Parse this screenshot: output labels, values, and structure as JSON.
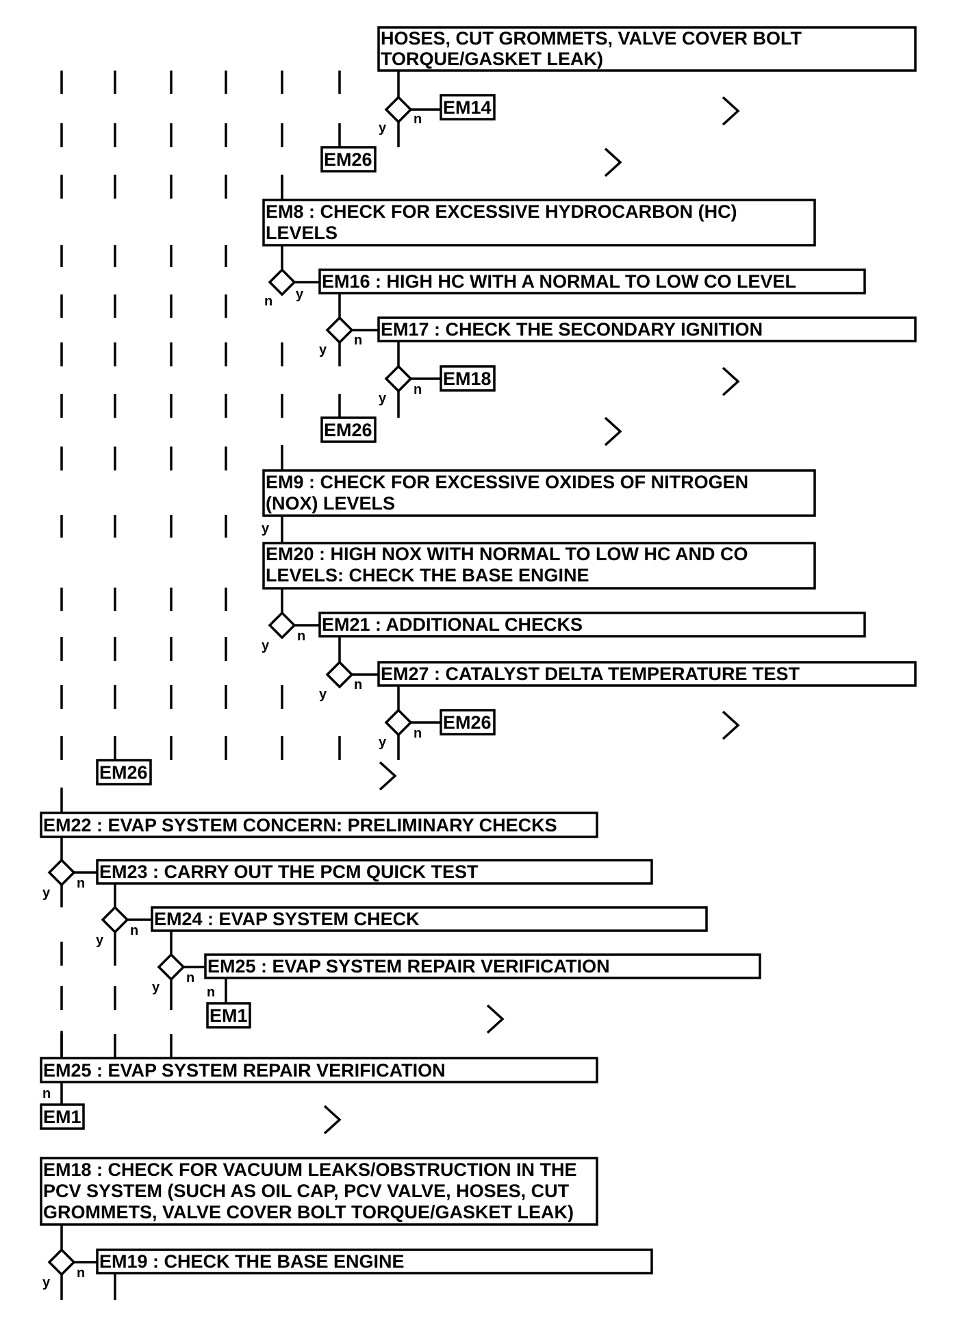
{
  "colors": {
    "line": "#000000",
    "background": "#ffffff"
  },
  "steps": {
    "top_continuation": [
      "HOSES, CUT GROMMETS, VALVE COVER BOLT",
      "TORQUE/GASKET LEAK)"
    ],
    "em8": [
      "EM8 : CHECK FOR EXCESSIVE HYDROCARBON (HC)",
      "LEVELS"
    ],
    "em16": "EM16 : HIGH HC WITH A NORMAL TO LOW CO LEVEL",
    "em17": "EM17 : CHECK THE SECONDARY IGNITION",
    "em9": [
      "EM9 : CHECK FOR EXCESSIVE OXIDES OF NITROGEN",
      "(NOX) LEVELS"
    ],
    "em20": [
      "EM20 : HIGH NOX WITH NORMAL TO LOW HC AND CO",
      "LEVELS: CHECK THE BASE ENGINE"
    ],
    "em21": "EM21 : ADDITIONAL CHECKS",
    "em27": "EM27 : CATALYST DELTA TEMPERATURE TEST",
    "em22": "EM22 : EVAP SYSTEM CONCERN: PRELIMINARY CHECKS",
    "em23": "EM23 : CARRY OUT THE PCM QUICK TEST",
    "em24": "EM24 : EVAP SYSTEM CHECK",
    "em25a": "EM25 : EVAP SYSTEM REPAIR VERIFICATION",
    "em25b": "EM25 : EVAP SYSTEM REPAIR VERIFICATION",
    "em18": [
      "EM18 : CHECK FOR VACUUM LEAKS/OBSTRUCTION IN THE",
      "PCV SYSTEM (SUCH AS OIL CAP, PCV VALVE, HOSES, CUT",
      "GROMMETS, VALVE COVER BOLT TORQUE/GASKET LEAK)"
    ],
    "em19": "EM19 : CHECK THE BASE ENGINE"
  },
  "refs": {
    "em14": "EM14",
    "em26_a": "EM26",
    "em18": "EM18",
    "em26_b": "EM26",
    "em26_c": "EM26",
    "em26_d": "EM26",
    "em1_a": "EM1",
    "em1_b": "EM1"
  },
  "labels": {
    "yes": "y",
    "no": "n"
  }
}
